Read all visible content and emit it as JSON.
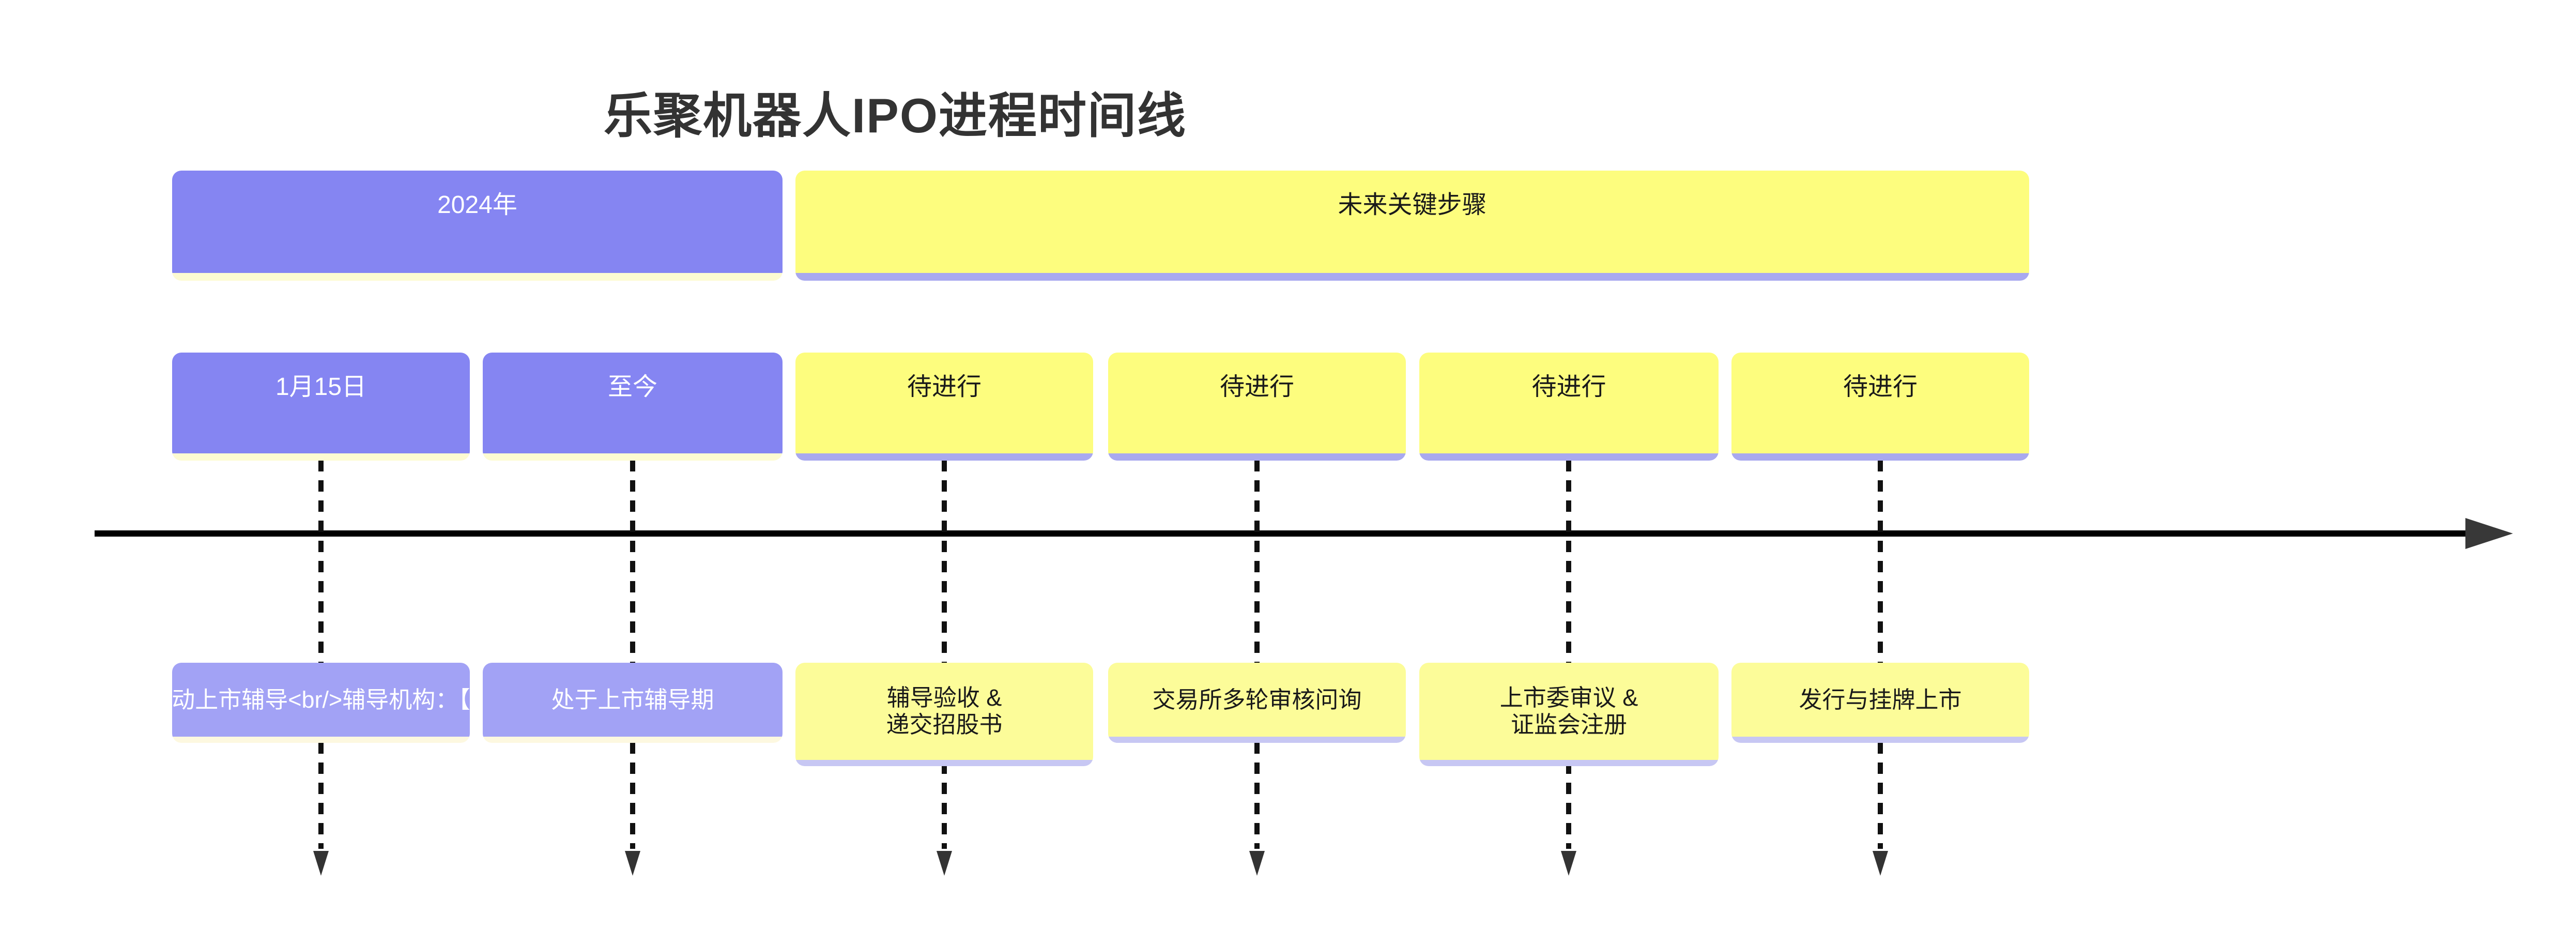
{
  "title": "乐聚机器人IPO进程时间线",
  "sections": [
    {
      "label": "2024年"
    },
    {
      "label": "未来关键步骤"
    }
  ],
  "periods": [
    {
      "label": "1月15日"
    },
    {
      "label": "至今"
    },
    {
      "label": "待进行"
    },
    {
      "label": "待进行"
    },
    {
      "label": "待进行"
    },
    {
      "label": "待进行"
    }
  ],
  "events": [
    {
      "text": "动上市辅导<br/>辅导机构：【",
      "note": "text overflows box and is clipped at both edges"
    },
    {
      "text": "处于上市辅导期"
    },
    {
      "text": "辅导验收 &\n递交招股书"
    },
    {
      "text": "交易所多轮审核问询"
    },
    {
      "text": "上市委审议 &\n证监会注册"
    },
    {
      "text": "发行与挂牌上市"
    }
  ],
  "colors": {
    "section_purple": "#8585f2",
    "section_yellow": "#fdfd7e",
    "event_purple": "#a2a2f5",
    "event_yellow": "#fcfc99",
    "strip_pale_yellow": "#fdfbd2",
    "strip_pale_yellow_light": "#fdf8e0",
    "strip_lavender": "#a9a9ef",
    "strip_lavender_light": "#c7c7f3",
    "axis": "#000000",
    "arrowhead": "#383838",
    "title_text": "#333333"
  }
}
